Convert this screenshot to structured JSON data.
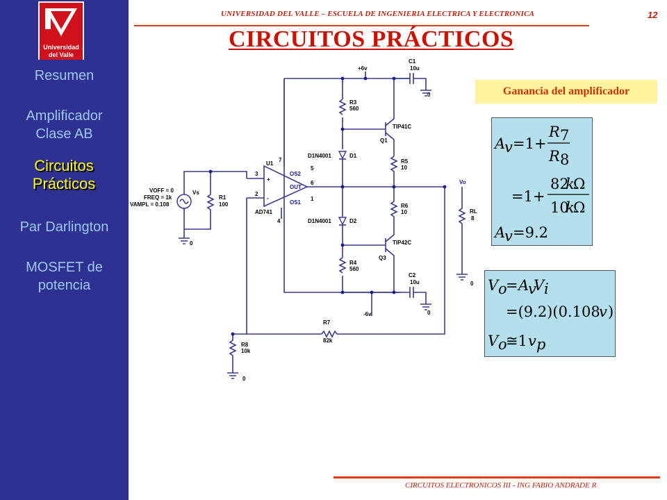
{
  "header": {
    "institution": "UNIVERSIDAD DEL VALLE – ESCUELA DE INGENIERIA ELECTRICA Y ELECTRONICA",
    "page_number": "12",
    "title": "CIRCUITOS PRÁCTICOS"
  },
  "logo": {
    "text_line1": "Universidad",
    "text_line2": "del Valle"
  },
  "nav": {
    "items": [
      {
        "label": "Resumen"
      },
      {
        "label": "Amplificador Clase AB"
      },
      {
        "label": "Circuitos Prácticos"
      },
      {
        "label": "Par Darlington"
      },
      {
        "label": "MOSFET de potencia"
      }
    ],
    "active_index": 2
  },
  "gain_box": {
    "label": "Ganancia del amplificador"
  },
  "schematic": {
    "supply_pos": "+6v",
    "supply_neg": "-6v",
    "ground": "0",
    "source": {
      "name": "Vs",
      "voff": "VOFF = 0",
      "freq": "FREQ = 1k",
      "vampl": "VAMPL = 0.108"
    },
    "opamp": {
      "ref": "U1",
      "part": "AD741",
      "pin_plus": "3",
      "pin_minus": "2",
      "pin_out": "6",
      "pin_v7": "7",
      "pin_v4": "4",
      "pin_os2": "5",
      "pin_os1": "1",
      "label_os2": "OS2",
      "label_os1": "OS1",
      "label_out": "OUT",
      "sign_plus": "+",
      "sign_minus": "-"
    },
    "r1": {
      "name": "R1",
      "value": "100"
    },
    "r3": {
      "name": "R3",
      "value": "560"
    },
    "r4": {
      "name": "R4",
      "value": "560"
    },
    "r5": {
      "name": "R5",
      "value": "10"
    },
    "r6": {
      "name": "R6",
      "value": "10"
    },
    "r7": {
      "name": "R7",
      "value": "82k"
    },
    "r8": {
      "name": "R8",
      "value": "10k"
    },
    "rl": {
      "name": "RL",
      "value": "8"
    },
    "d1": {
      "name": "D1",
      "part": "D1N4001"
    },
    "d2": {
      "name": "D2",
      "part": "D1N4001"
    },
    "q1": {
      "name": "Q1",
      "part": "TIP41C"
    },
    "q3": {
      "name": "Q3",
      "part": "TIP42C"
    },
    "c1": {
      "name": "C1",
      "value": "10u"
    },
    "c2": {
      "name": "C2",
      "value": "10u"
    },
    "out_label": "Vo"
  },
  "footer": {
    "text": "CIRCUITOS ELECTRONICOS III - ING FABIO ANDRADE R"
  },
  "colors": {
    "sidebar": "#2e3192",
    "nav_text": "#9ec8f0",
    "nav_active": "#ffff00",
    "accent_red": "#cc1100",
    "equation_bg": "#b3e0ec",
    "gain_box_bg": "#fff3a0"
  }
}
